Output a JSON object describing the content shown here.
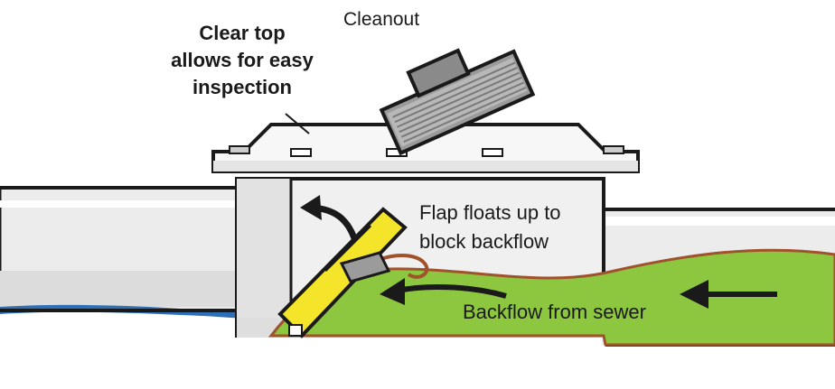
{
  "labels": {
    "clear_top": [
      "Clear top",
      "allows for easy",
      "inspection"
    ],
    "cleanout": "Cleanout",
    "flap": [
      "Flap floats up to",
      "block backflow"
    ],
    "backflow": "Backflow from sewer"
  },
  "colors": {
    "pipe_fill": "#ececec",
    "pipe_shade": "#d6d6d6",
    "outline": "#1a1a1a",
    "water_blue": "#2e6fb5",
    "sewage_green": "#8dc63f",
    "sewage_edge": "#a0522d",
    "flap_yellow": "#f5e52a",
    "cap_gray": "#9b9b9b",
    "cap_thread": "#b8b8b8"
  }
}
